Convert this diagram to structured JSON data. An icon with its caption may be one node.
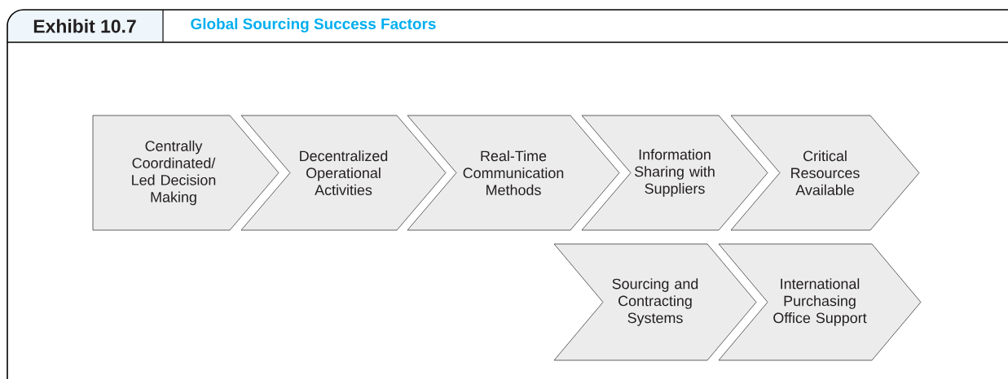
{
  "diagram": {
    "title": "Global Sourcing Success Factors",
    "nodes": [
      {
        "text": [
          "Centrally Coordinated/ Led Decision Making"
        ]
      },
      {
        "text": [
          "Decentralized Operational Activities"
        ]
      },
      {
        "text": [
          "Real-Time Communication Methods"
        ]
      },
      {
        "text": [
          "Information Sharing with Suppliers"
        ]
      },
      {
        "text": [
          "Critical Resources Available"
        ]
      },
      {
        "text": [
          "Sourcing and Contracting Systems"
        ]
      },
      {
        "text": [
          "International Purchasing Office Support"
        ]
      }
    ],
    "labels": [
      "Exhibit 10.7"
    ]
  }
}
